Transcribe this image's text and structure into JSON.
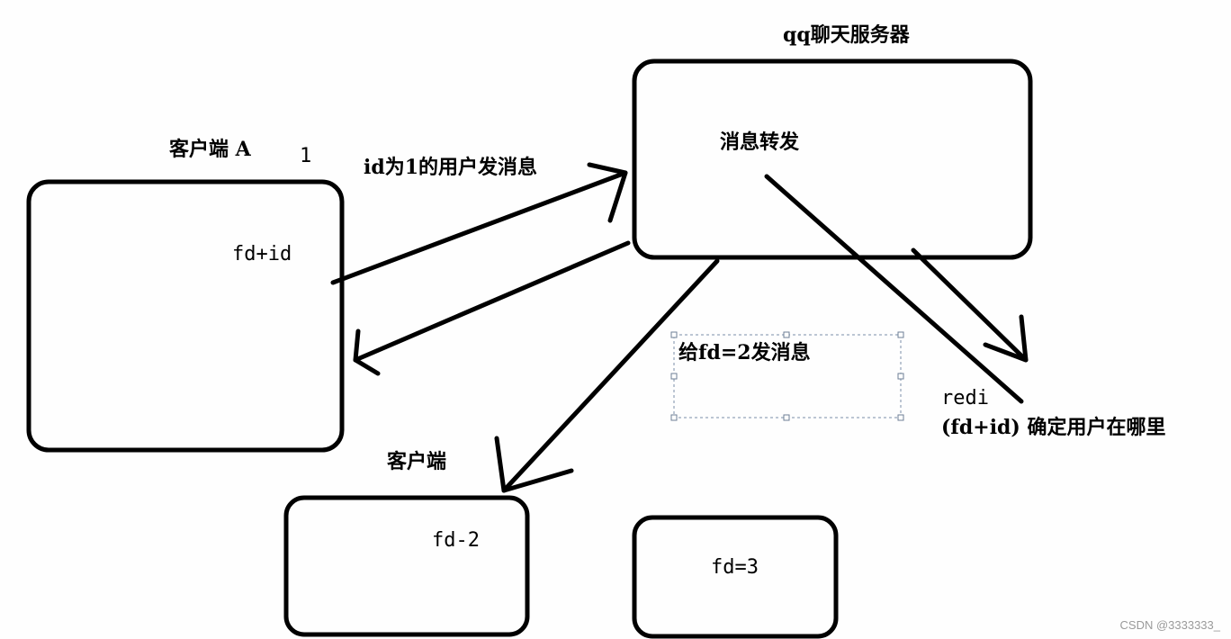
{
  "server": {
    "title": "qq聊天服务器",
    "inner_label": "消息转发"
  },
  "client_a": {
    "title": "客户端 A",
    "number": "1",
    "inner_label": "fd+id"
  },
  "client_b": {
    "title": "客户端",
    "inner_label": "fd-2"
  },
  "client_c": {
    "inner_label": "fd=3"
  },
  "labels": {
    "send_to_user": "id为1的用户发消息",
    "send_to_fd2": "给fd=2发消息",
    "redis": "redi",
    "lookup": "(fd+id) 确定用户在哪里"
  },
  "watermark": "CSDN @3333333_"
}
